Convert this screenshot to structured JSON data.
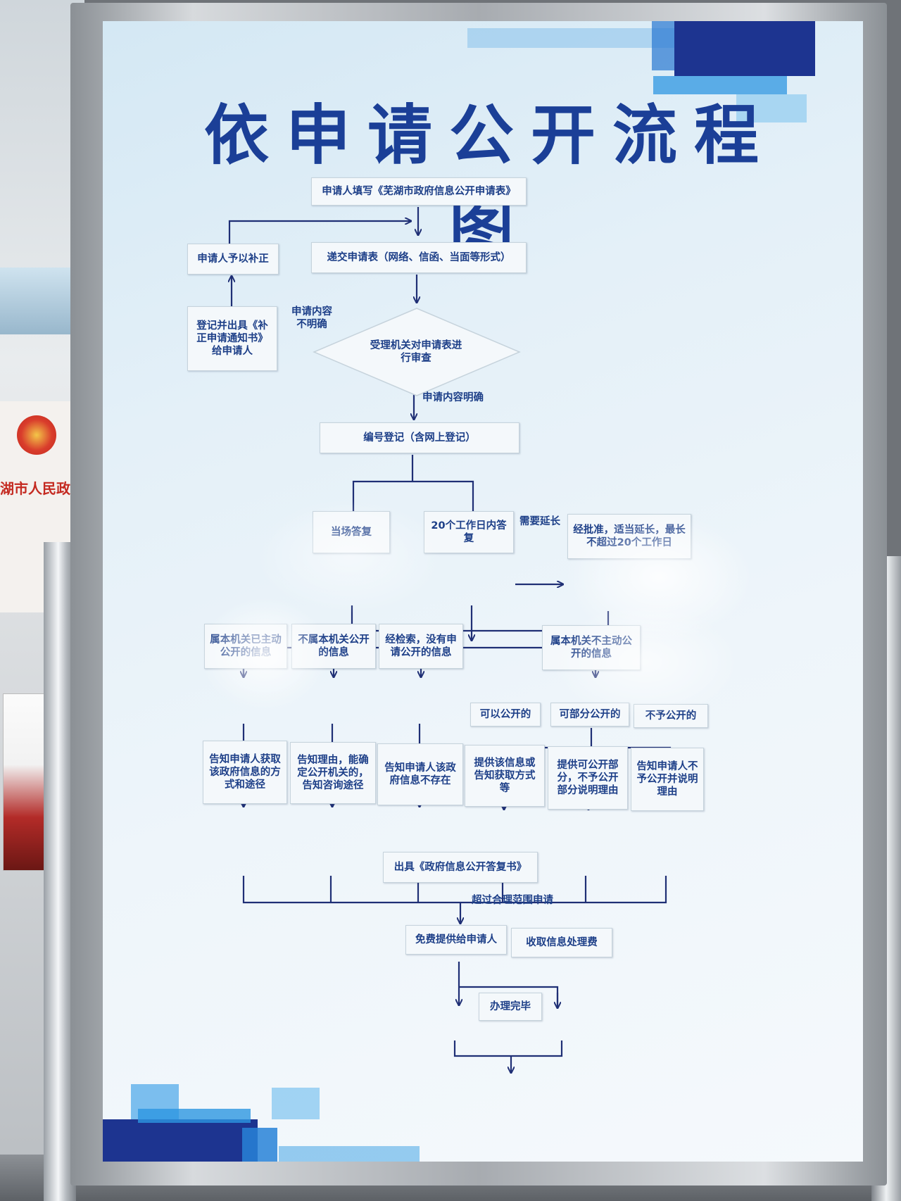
{
  "poster": {
    "title": "依申请公开流程图"
  },
  "side": {
    "poster_title": "湖市人民政府公"
  },
  "flow": {
    "apply_form": "申请人填写《芜湖市政府信息公开申请表》",
    "supplement": "申请人予以补正",
    "submit": "递交申请表（网络、信函、当面等形式）",
    "notice": "登记并出具《补正申请通知书》给申请人",
    "unclear": "申请内容不明确",
    "review": "受理机关对申请表进行审查",
    "clear": "申请内容明确",
    "register": "编号登记（含网上登记）",
    "instant_reply": "当场答复",
    "reply_20": "20个工作日内答复",
    "need_extend": "需要延长",
    "extend": "经批准，适当延长，最长不超过20个工作日",
    "cat_public": "属本机关已主动公开的信息",
    "cat_not_this": "不属本机关公开的信息",
    "cat_none": "经检索，没有申请公开的信息",
    "cat_not_active": "属本机关不主动公开的信息",
    "can_open": "可以公开的",
    "part_open": "可部分公开的",
    "no_open": "不予公开的",
    "res_1": "告知申请人获取该政府信息的方式和途径",
    "res_2": "告知理由，能确定公开机关的，告知咨询途径",
    "res_3": "告知申请人该政府信息不存在",
    "res_4": "提供该信息或告知获取方式等",
    "res_5": "提供可公开部分，不予公开部分说明理由",
    "res_6": "告知申请人不予公开并说明理由",
    "reply_book": "出具《政府信息公开答复书》",
    "over_scope": "超过合理范围申请",
    "free": "免费提供给申请人",
    "fee": "收取信息处理费",
    "done": "办理完毕"
  },
  "colors": {
    "title": "#1b3f97",
    "line": "#1f2f75",
    "accent_blue": "#2f6fd1",
    "dark_blue": "#1d2f8a"
  }
}
